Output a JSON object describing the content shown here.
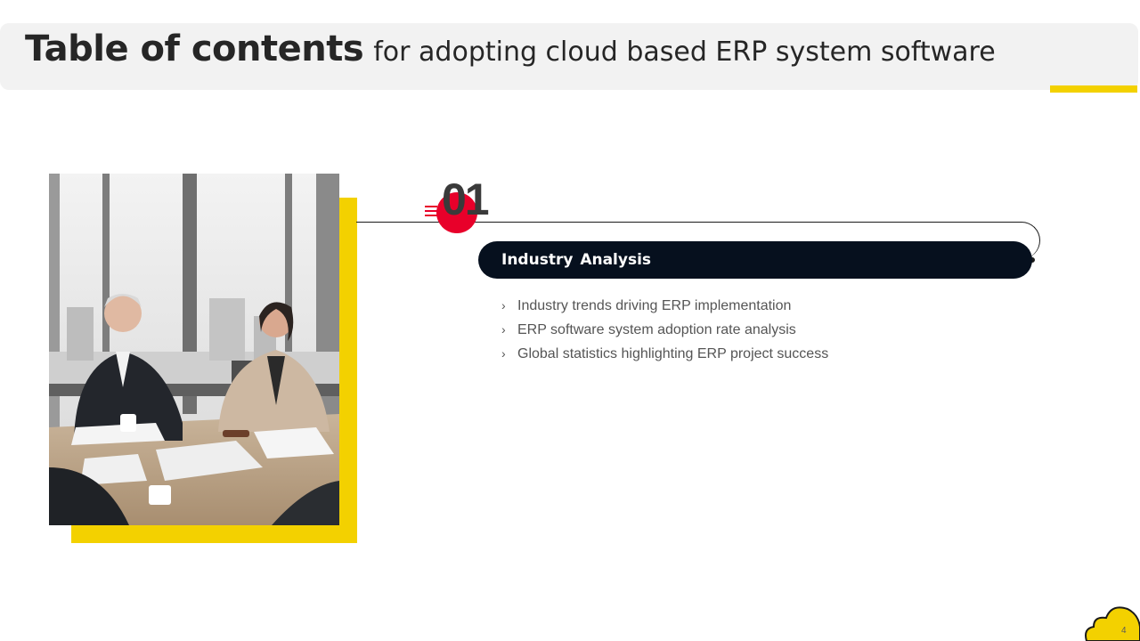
{
  "header": {
    "title_bold": "Table of contents",
    "title_rest": "for adopting cloud based ERP system software"
  },
  "section": {
    "number": "01",
    "title": "Industry Analysis",
    "items": [
      "Industry  trends driving ERP implementation",
      "ERP software system adoption rate analysis",
      "Global statistics highlighting ERP project success"
    ]
  },
  "photo": {
    "icon": "business-meeting-photo"
  },
  "footer": {
    "page_number": "4",
    "icon": "cloud-icon"
  },
  "colors": {
    "accent_yellow": "#f3d100",
    "accent_red": "#e8002a",
    "pill_dark": "#06101e",
    "title_bar": "#f2f2f2"
  }
}
